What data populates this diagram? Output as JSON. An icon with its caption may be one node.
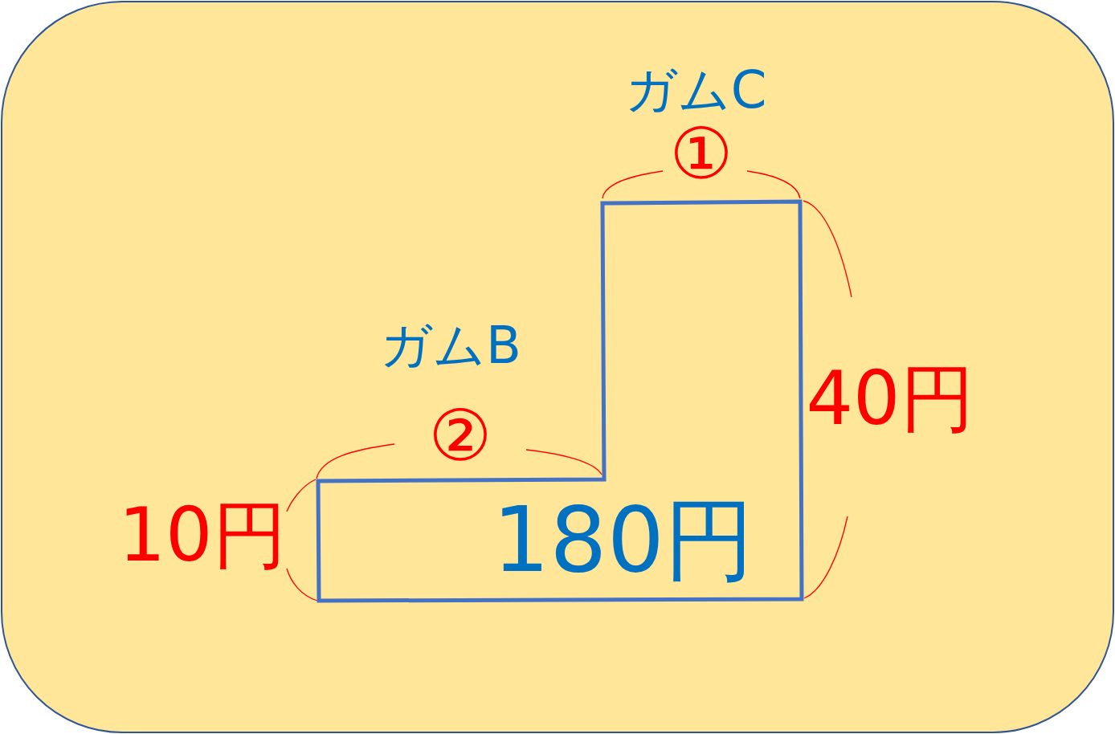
{
  "diagram": {
    "nodes": [
      {
        "text": [
          "180円"
        ]
      }
    ],
    "labels": [
      "ガムC",
      "①",
      "ガムB",
      "40円",
      "②",
      "10円"
    ]
  }
}
